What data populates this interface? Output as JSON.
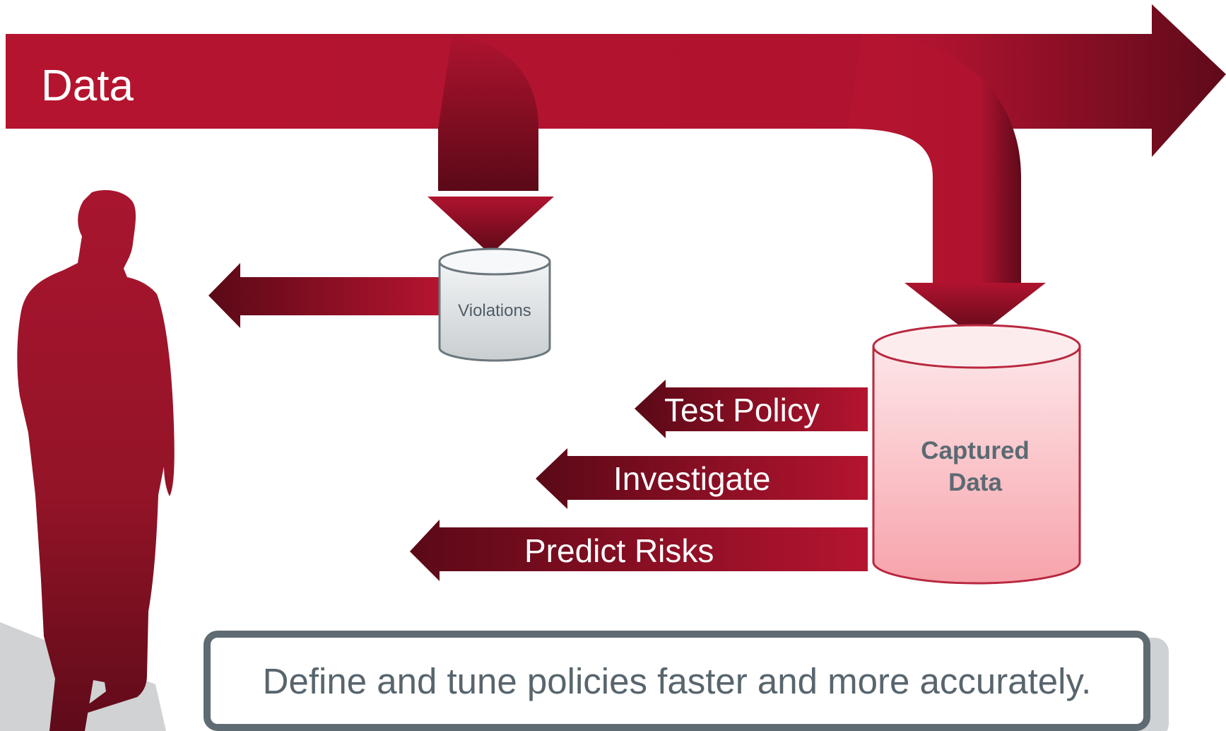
{
  "flow": {
    "label": "Data"
  },
  "violations": {
    "label": "Violations"
  },
  "captured": {
    "line1": "Captured",
    "line2": "Data"
  },
  "actions": {
    "test_policy": "Test Policy",
    "investigate": "Investigate",
    "predict_risks": "Predict Risks"
  },
  "callout": {
    "text": "Define and tune policies faster and more accurately."
  },
  "colors": {
    "arrow_red": "#b0122f",
    "arrow_dark": "#5e0a1a",
    "silhouette": "#9c1530",
    "cylinder_grey": "#e8ebec",
    "cylinder_pink": "#f9b7be",
    "callout_border": "#5f6b73"
  }
}
